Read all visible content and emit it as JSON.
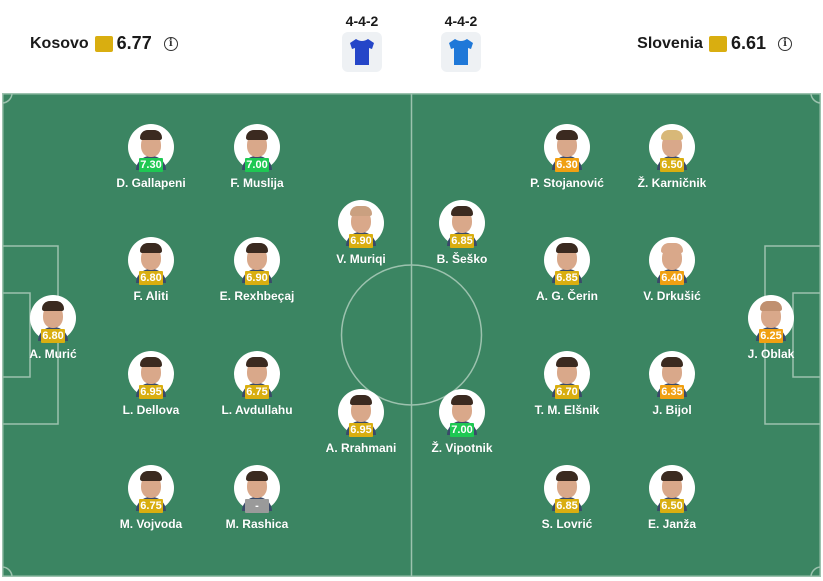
{
  "colors": {
    "pitch": "#3b8562",
    "line": "#9cc2ae",
    "rating_green": "#1ec853",
    "rating_orange": "#f0a012",
    "rating_yellow": "#d9ae10",
    "rating_gray": "#9a9a9a",
    "team_rating_icon": "#d9ae10"
  },
  "header": {
    "home": {
      "name": "Kosovo",
      "rating": "6.77",
      "formation": "4-4-2",
      "shirt_color": "#2546c8",
      "info_icon": "info-icon"
    },
    "away": {
      "name": "Slovenia",
      "rating": "6.61",
      "formation": "4-4-2",
      "shirt_color": "#1f78d8",
      "info_icon": "info-icon"
    }
  },
  "players": [
    {
      "name": "A. Murić",
      "rating": "6.80",
      "rating_color": "yellow",
      "team": "home"
    },
    {
      "name": "D. Gallapeni",
      "rating": "7.30",
      "rating_color": "green",
      "team": "home"
    },
    {
      "name": "F. Aliti",
      "rating": "6.80",
      "rating_color": "yellow",
      "team": "home"
    },
    {
      "name": "L. Dellova",
      "rating": "6.95",
      "rating_color": "yellow",
      "team": "home"
    },
    {
      "name": "M. Vojvoda",
      "rating": "6.75",
      "rating_color": "yellow",
      "team": "home"
    },
    {
      "name": "F. Muslija",
      "rating": "7.00",
      "rating_color": "green",
      "team": "home"
    },
    {
      "name": "E. Rexhbeçaj",
      "rating": "6.90",
      "rating_color": "yellow",
      "team": "home"
    },
    {
      "name": "L. Avdullahu",
      "rating": "6.75",
      "rating_color": "yellow",
      "team": "home"
    },
    {
      "name": "M. Rashica",
      "rating": "-",
      "rating_color": "gray",
      "team": "home"
    },
    {
      "name": "V. Muriqi",
      "rating": "6.90",
      "rating_color": "yellow",
      "team": "home"
    },
    {
      "name": "A. Rrahmani",
      "rating": "6.95",
      "rating_color": "yellow",
      "team": "home"
    },
    {
      "name": "B. Šeško",
      "rating": "6.85",
      "rating_color": "yellow",
      "team": "away"
    },
    {
      "name": "Ž. Vipotnik",
      "rating": "7.00",
      "rating_color": "green",
      "team": "away"
    },
    {
      "name": "P. Stojanović",
      "rating": "6.30",
      "rating_color": "orange",
      "team": "away"
    },
    {
      "name": "A. G. Čerin",
      "rating": "6.85",
      "rating_color": "yellow",
      "team": "away"
    },
    {
      "name": "T. M. Elšnik",
      "rating": "6.70",
      "rating_color": "yellow",
      "team": "away"
    },
    {
      "name": "S. Lovrić",
      "rating": "6.85",
      "rating_color": "yellow",
      "team": "away"
    },
    {
      "name": "Ž. Karničnik",
      "rating": "6.50",
      "rating_color": "yellow",
      "team": "away"
    },
    {
      "name": "V. Drkušić",
      "rating": "6.40",
      "rating_color": "orange",
      "team": "away"
    },
    {
      "name": "J. Bijol",
      "rating": "6.35",
      "rating_color": "orange",
      "team": "away"
    },
    {
      "name": "E. Janža",
      "rating": "6.50",
      "rating_color": "yellow",
      "team": "away"
    },
    {
      "name": "J. Oblak",
      "rating": "6.25",
      "rating_color": "orange",
      "team": "away"
    }
  ]
}
